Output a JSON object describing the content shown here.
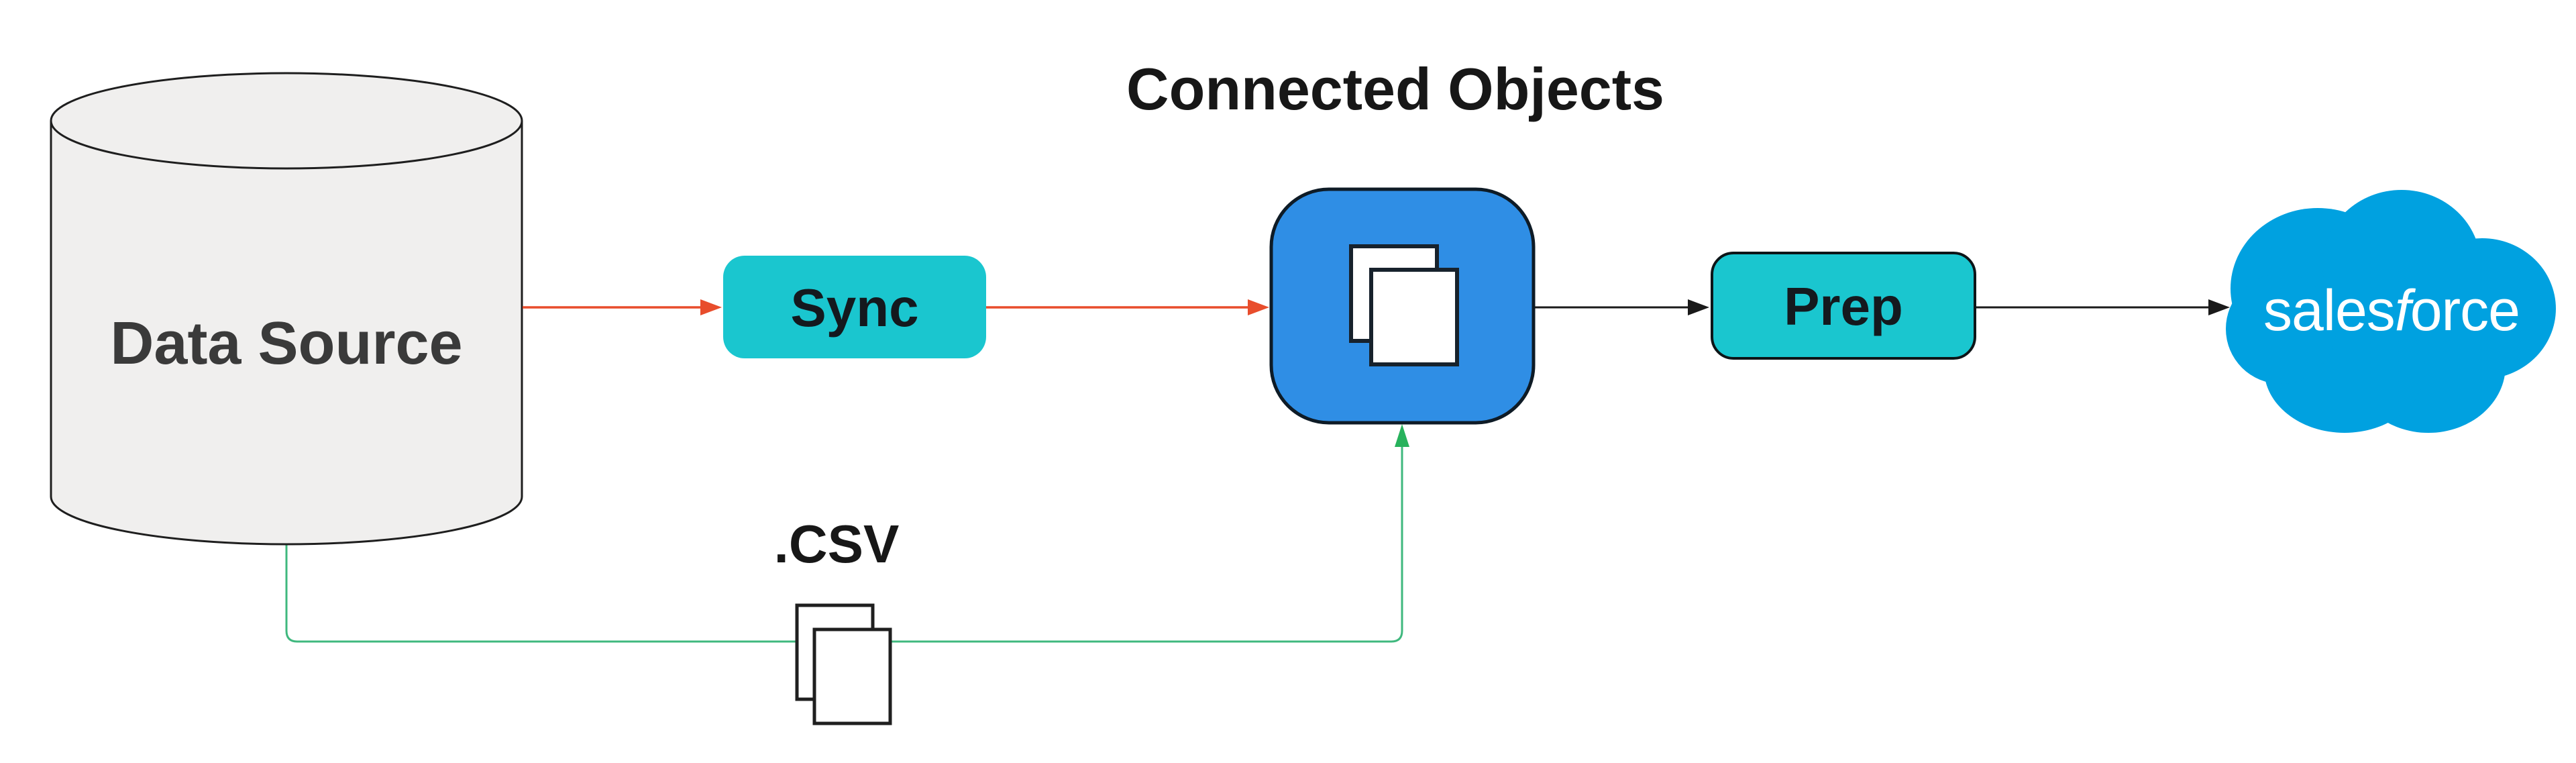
{
  "diagram": {
    "title": "Connected Objects",
    "nodes": {
      "data_source": {
        "label": "Data Source",
        "shape": "database-cylinder"
      },
      "sync": {
        "label": "Sync",
        "shape": "rounded-rect"
      },
      "connected_objects": {
        "icon": "overlapping-documents-icon",
        "shape": "rounded-square"
      },
      "prep": {
        "label": "Prep",
        "shape": "rounded-rect"
      },
      "salesforce": {
        "brand_prefix": "sales",
        "brand_f": "f",
        "brand_suffix": "orce",
        "shape": "cloud-logo"
      }
    },
    "csv": {
      "label": ".CSV",
      "icon": "overlapping-documents-icon"
    },
    "flows": [
      {
        "from": "Data Source",
        "to": "Sync",
        "color_key": "orange",
        "style": "arrow"
      },
      {
        "from": "Sync",
        "to": "Connected Objects",
        "color_key": "orange",
        "style": "arrow"
      },
      {
        "from": "Connected Objects",
        "to": "Prep",
        "color_key": "black_arrow",
        "style": "arrow"
      },
      {
        "from": "Prep",
        "to": "Salesforce",
        "color_key": "black_arrow",
        "style": "arrow"
      },
      {
        "from": "Data Source",
        "to": "Connected Objects",
        "via": ".CSV",
        "color_key": "green",
        "style": "elbow-arrow"
      }
    ],
    "colors": {
      "teal": "#1AC6CF",
      "blue": "#2F8EE5",
      "orange": "#E84D2C",
      "green_line": "#3FB87E",
      "green_arrow": "#27B25C",
      "black_arrow": "#1A1A1A",
      "salesforce_blue": "#00A1E0",
      "cylinder_fill": "#F0EFEE",
      "doc_fill": "#FFFFFF",
      "background": "#FFFFFF"
    }
  }
}
